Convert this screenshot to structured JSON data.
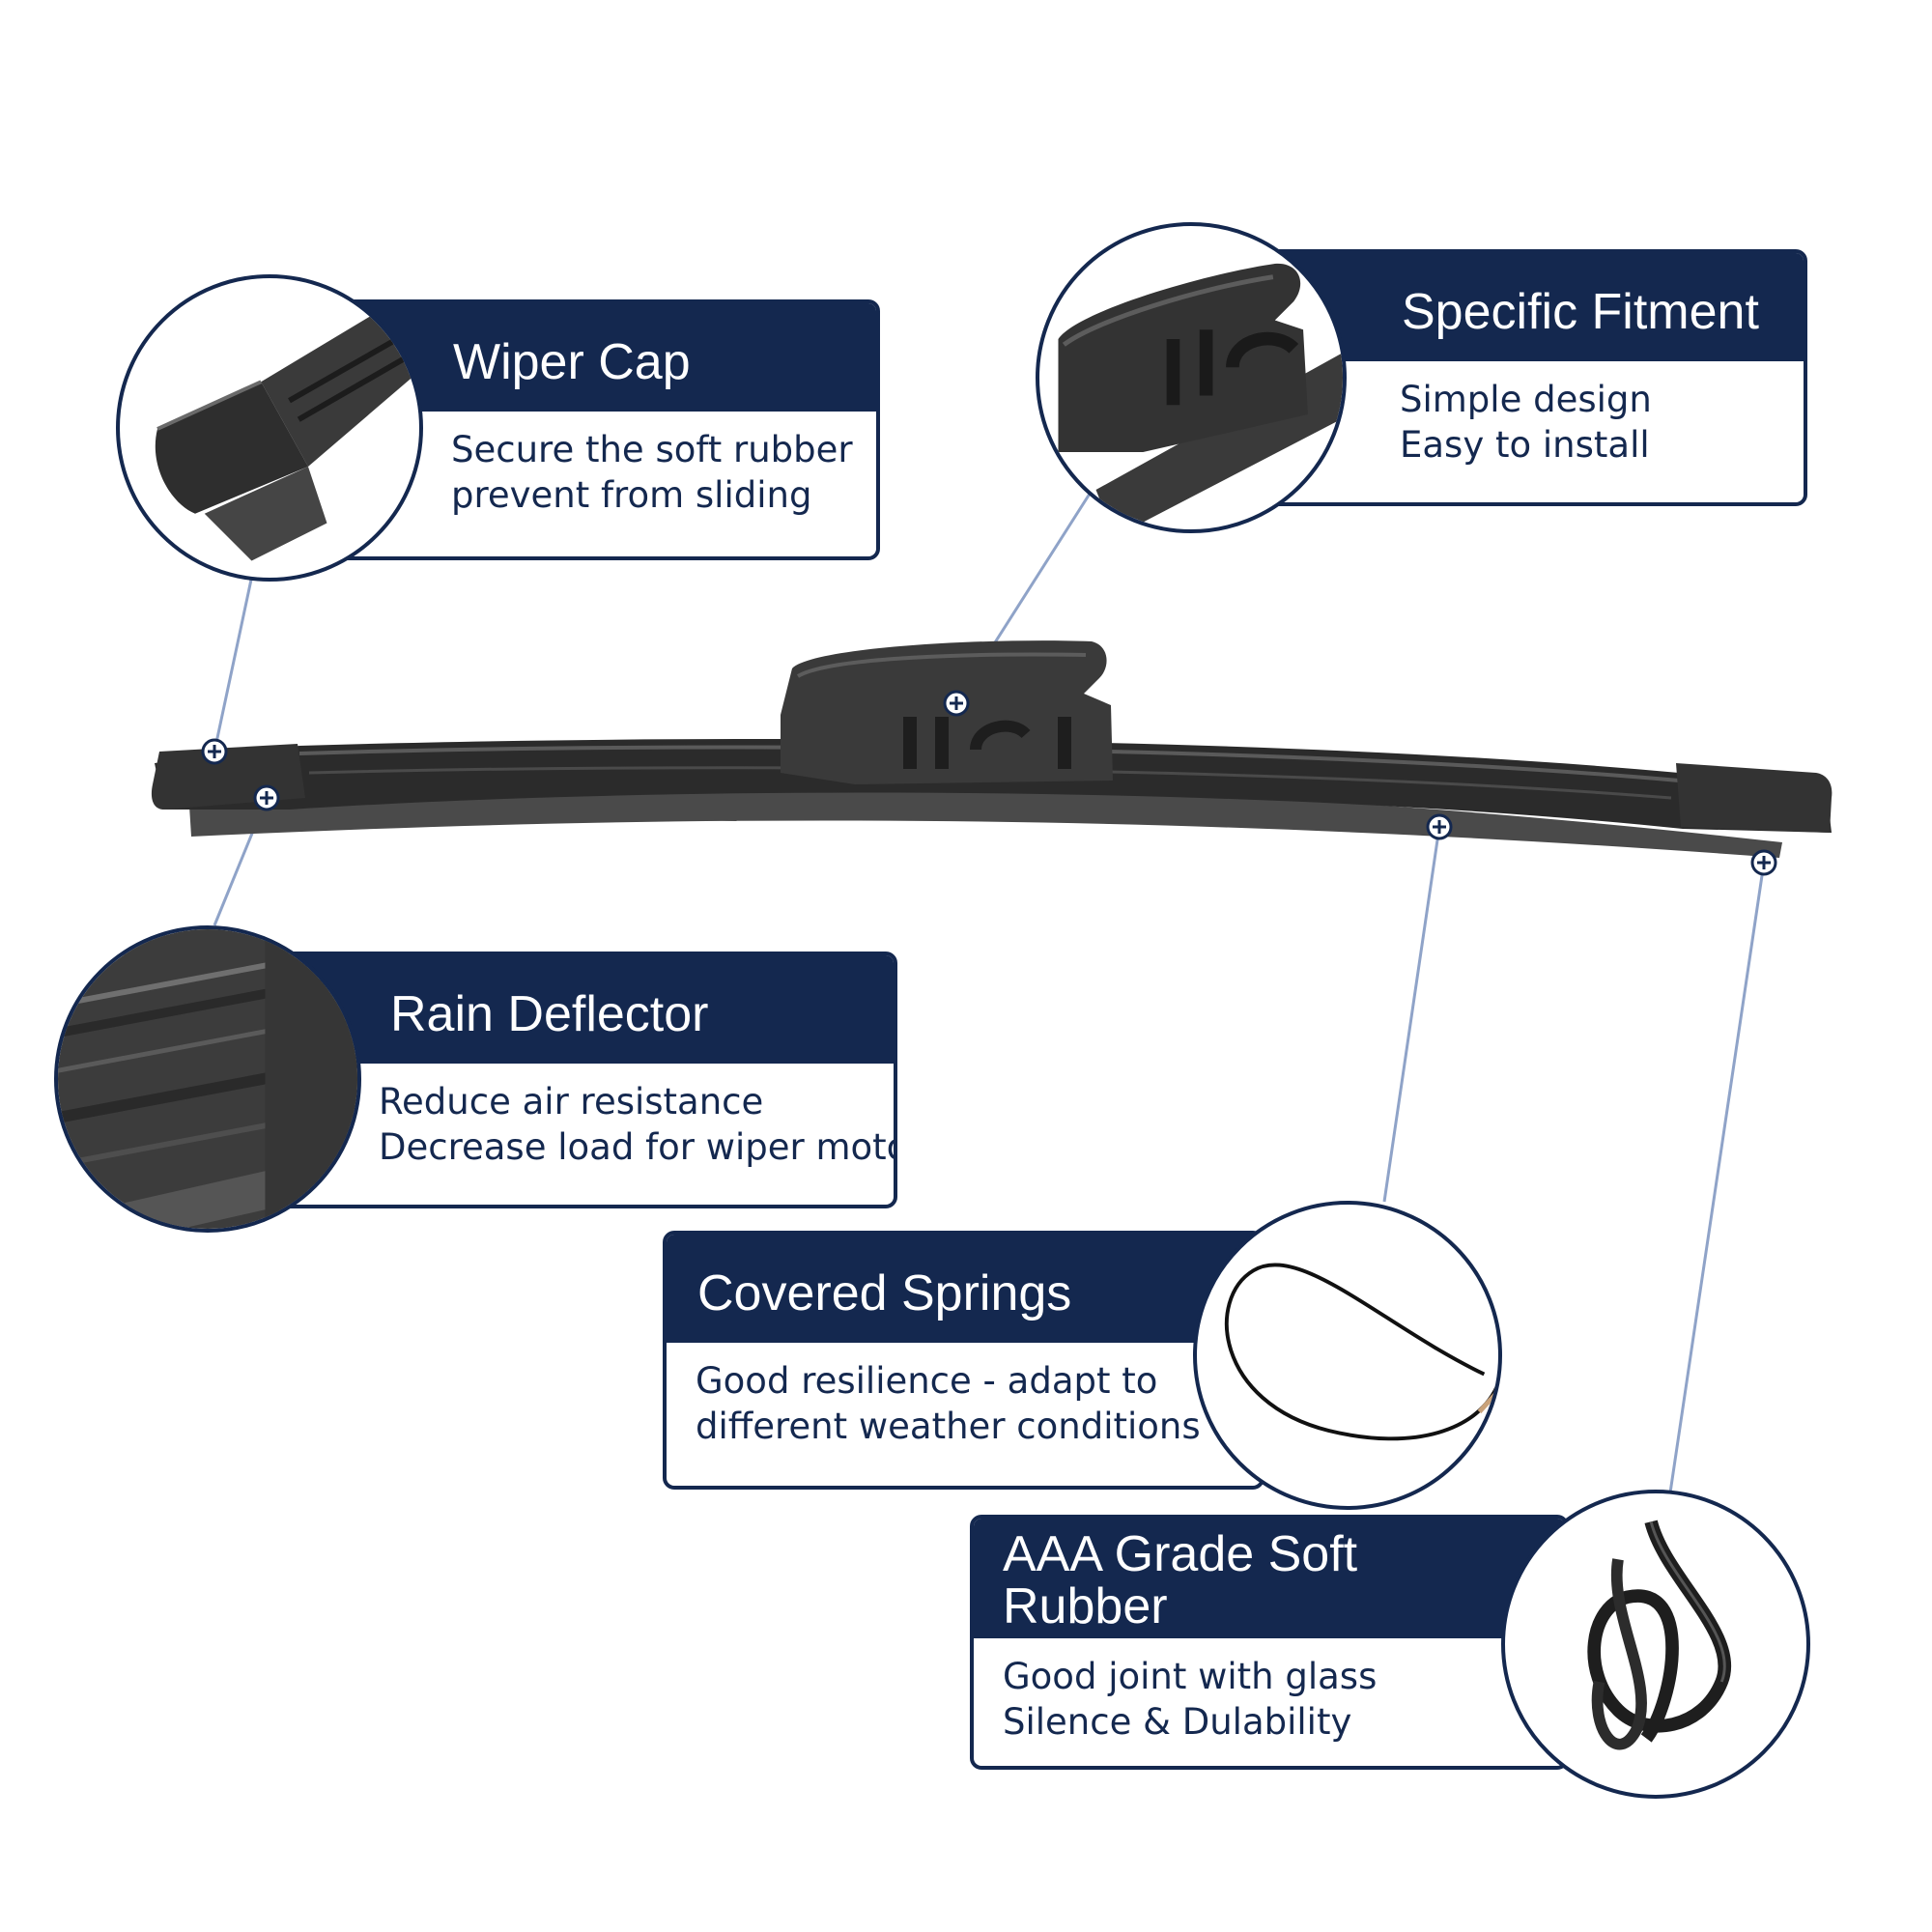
{
  "colors": {
    "navy": "#14284f",
    "callout_line": "#8fa3c8",
    "rubber": "#2e2e2e"
  },
  "features": [
    {
      "title": "Wiper Cap",
      "lines": [
        "Secure the soft rubber",
        "prevent from sliding"
      ],
      "icon": "wiper-cap-closeup-icon"
    },
    {
      "title": "Specific Fitment",
      "lines": [
        "Simple design",
        "Easy to install"
      ],
      "icon": "adapter-closeup-icon"
    },
    {
      "title": "Rain Deflector",
      "lines": [
        "Reduce air resistance",
        "Decrease load for wiper motor"
      ],
      "icon": "rain-deflector-closeup-icon"
    },
    {
      "title": "Covered Springs",
      "lines": [
        "Good resilience - adapt to",
        "different weather conditions"
      ],
      "icon": "spring-steel-icon"
    },
    {
      "title_lines": [
        "AAA Grade Soft",
        "Rubber"
      ],
      "lines": [
        "Good joint with glass",
        "Silence & Dulability"
      ],
      "icon": "rubber-strip-icon"
    }
  ]
}
